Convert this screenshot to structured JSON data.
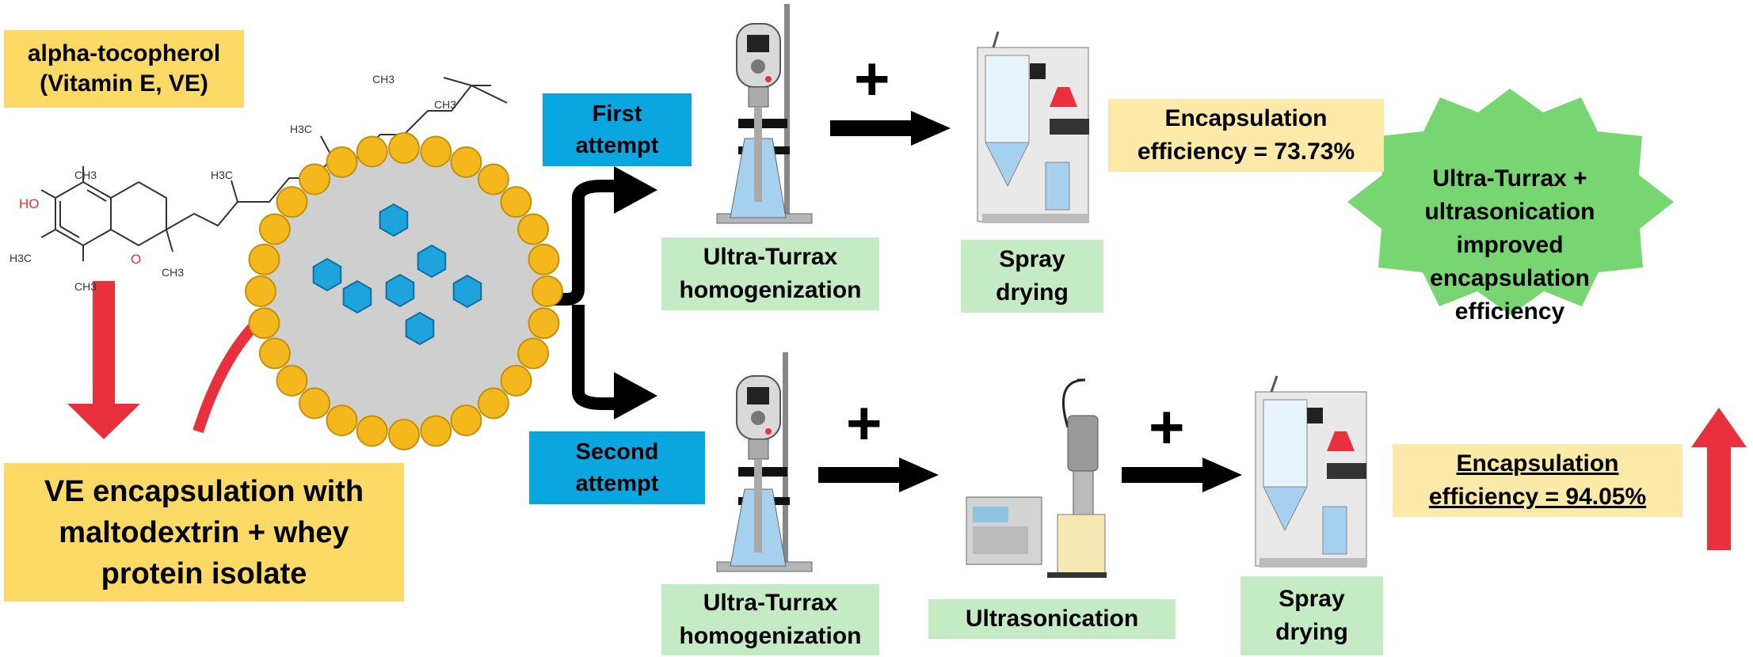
{
  "compound": {
    "title_line1": "alpha-tocopherol",
    "title_line2": "(Vitamin E, VE)"
  },
  "structure_labels": {
    "ho": "HO",
    "o": "O",
    "ch3_a": "CH3",
    "ch3_b": "CH3",
    "h3c_a": "H3C",
    "ch3_c": "CH3",
    "ch3_d": "CH3",
    "h3c_b": "H3C",
    "h3c_c": "H3C",
    "ch3_e": "CH3"
  },
  "encapsulation": {
    "line1": "VE encapsulation with",
    "line2": "maltodextrin + whey",
    "line3": "protein isolate"
  },
  "attempts": {
    "first": {
      "line1": "First",
      "line2": "attempt"
    },
    "second": {
      "line1": "Second",
      "line2": "attempt"
    }
  },
  "steps": {
    "homog1": {
      "line1": "Ultra-Turrax",
      "line2": "homogenization"
    },
    "spray1": {
      "line1": "Spray",
      "line2": "drying"
    },
    "homog2": {
      "line1": "Ultra-Turrax",
      "line2": "homogenization"
    },
    "ultra": {
      "label": "Ultrasonication"
    },
    "spray2": {
      "line1": "Spray",
      "line2": "drying"
    }
  },
  "results": {
    "first": {
      "line1": "Encapsulation",
      "line2": "efficiency = 73.73%"
    },
    "second": {
      "line1": "Encapsulation",
      "line2": "efficiency = 94.05%"
    }
  },
  "conclusion": {
    "line1": "Ultra-Turrax +",
    "line2": "ultrasonication",
    "line3": "improved",
    "line4": "encapsulation",
    "line5": "efficiency"
  },
  "plus_sign": "+",
  "colors": {
    "yellow": "#FDD965",
    "yellow_light": "#FDE9A8",
    "green_box": "#C4EBC4",
    "blue_box": "#0AA6DF",
    "star_green": "#77D672",
    "red_arrow": "#E8313C",
    "particle_gold": "#F5B81C",
    "particle_core": "#CFCFCF",
    "hexagon_blue": "#1FA3DC"
  }
}
